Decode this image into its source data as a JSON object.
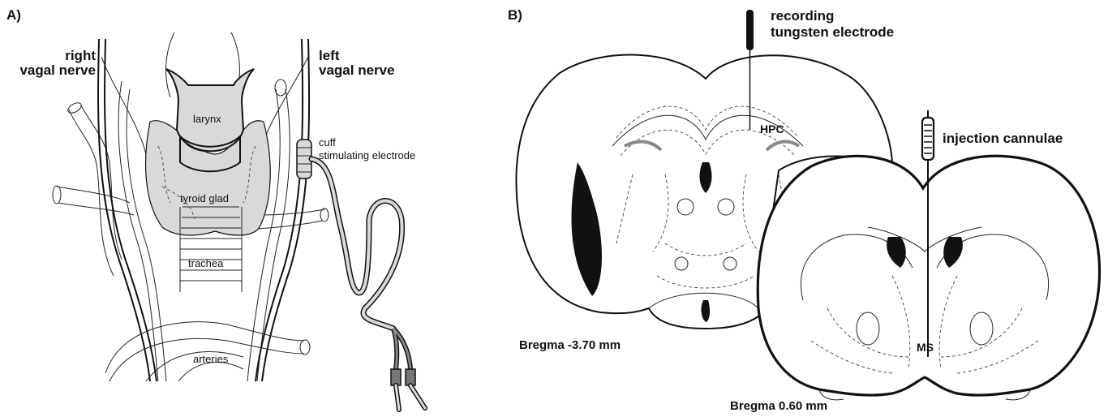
{
  "panel_a": {
    "letter": "A)",
    "right_nerve": "right\nvagal nerve",
    "left_nerve": "left\nvagal nerve",
    "larynx": "larynx",
    "cuff": "cuff\nstimulating electrode",
    "thyroid": "tyroid glad",
    "trachea": "trachea",
    "arteries": "arteries",
    "colors": {
      "fill_gray": "#d9d9d9",
      "line": "#111111"
    }
  },
  "panel_b": {
    "letter": "B)",
    "recording": "recording\ntungsten electrode",
    "injection": "injection cannulae",
    "hpc": "HPC",
    "ms": "MS",
    "bregma_posterior": "Bregma -3.70 mm",
    "bregma_anterior": "Bregma 0.60 mm"
  }
}
